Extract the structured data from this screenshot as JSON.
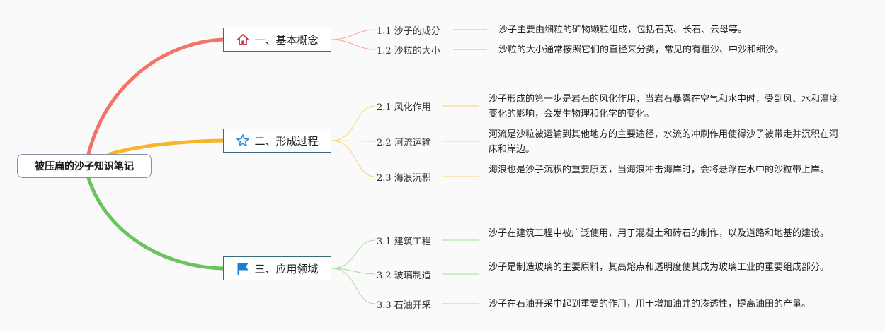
{
  "root": {
    "label": "被压扁的沙子知识笔记"
  },
  "colors": {
    "branch1": "#f07468",
    "branch2": "#f7b527",
    "branch3": "#6cc25f",
    "sub1": "#f5a49c",
    "sub2": "#f8d47c",
    "sub3": "#a6dc9c"
  },
  "branches": [
    {
      "label": "一、基本概念",
      "icon": "house-icon",
      "items": [
        {
          "label": "1.1 沙子的成分",
          "desc": "沙子主要由细粒的矿物颗粒组成，包括石英、长石、云母等。"
        },
        {
          "label": "1.2 沙粒的大小",
          "desc": "沙粒的大小通常按照它们的直径来分类，常见的有粗沙、中沙和细沙。"
        }
      ]
    },
    {
      "label": "二、形成过程",
      "icon": "star-icon",
      "items": [
        {
          "label": "2.1 风化作用",
          "desc": "沙子形成的第一步是岩石的风化作用，当岩石暴露在空气和水中时，受到风、水和温度变化的影响，会发生物理和化学的变化。"
        },
        {
          "label": "2.2 河流运输",
          "desc": "河流是沙粒被运输到其他地方的主要途径，水流的冲刷作用使得沙子被带走并沉积在河床和岸边。"
        },
        {
          "label": "2.3 海浪沉积",
          "desc": "海浪也是沙子沉积的重要原因，当海浪冲击海岸时，会将悬浮在水中的沙粒带上岸。"
        }
      ]
    },
    {
      "label": "三、应用领域",
      "icon": "flag-icon",
      "items": [
        {
          "label": "3.1 建筑工程",
          "desc": "沙子在建筑工程中被广泛使用，用于混凝土和砖石的制作，以及道路和地基的建设。"
        },
        {
          "label": "3.2 玻璃制造",
          "desc": "沙子是制造玻璃的主要原料，其高熔点和透明度使其成为玻璃工业的重要组成部分。"
        },
        {
          "label": "3.3 石油开采",
          "desc": "沙子在石油开采中起到重要的作用，用于增加油井的渗透性，提高油田的产量。"
        }
      ]
    }
  ]
}
